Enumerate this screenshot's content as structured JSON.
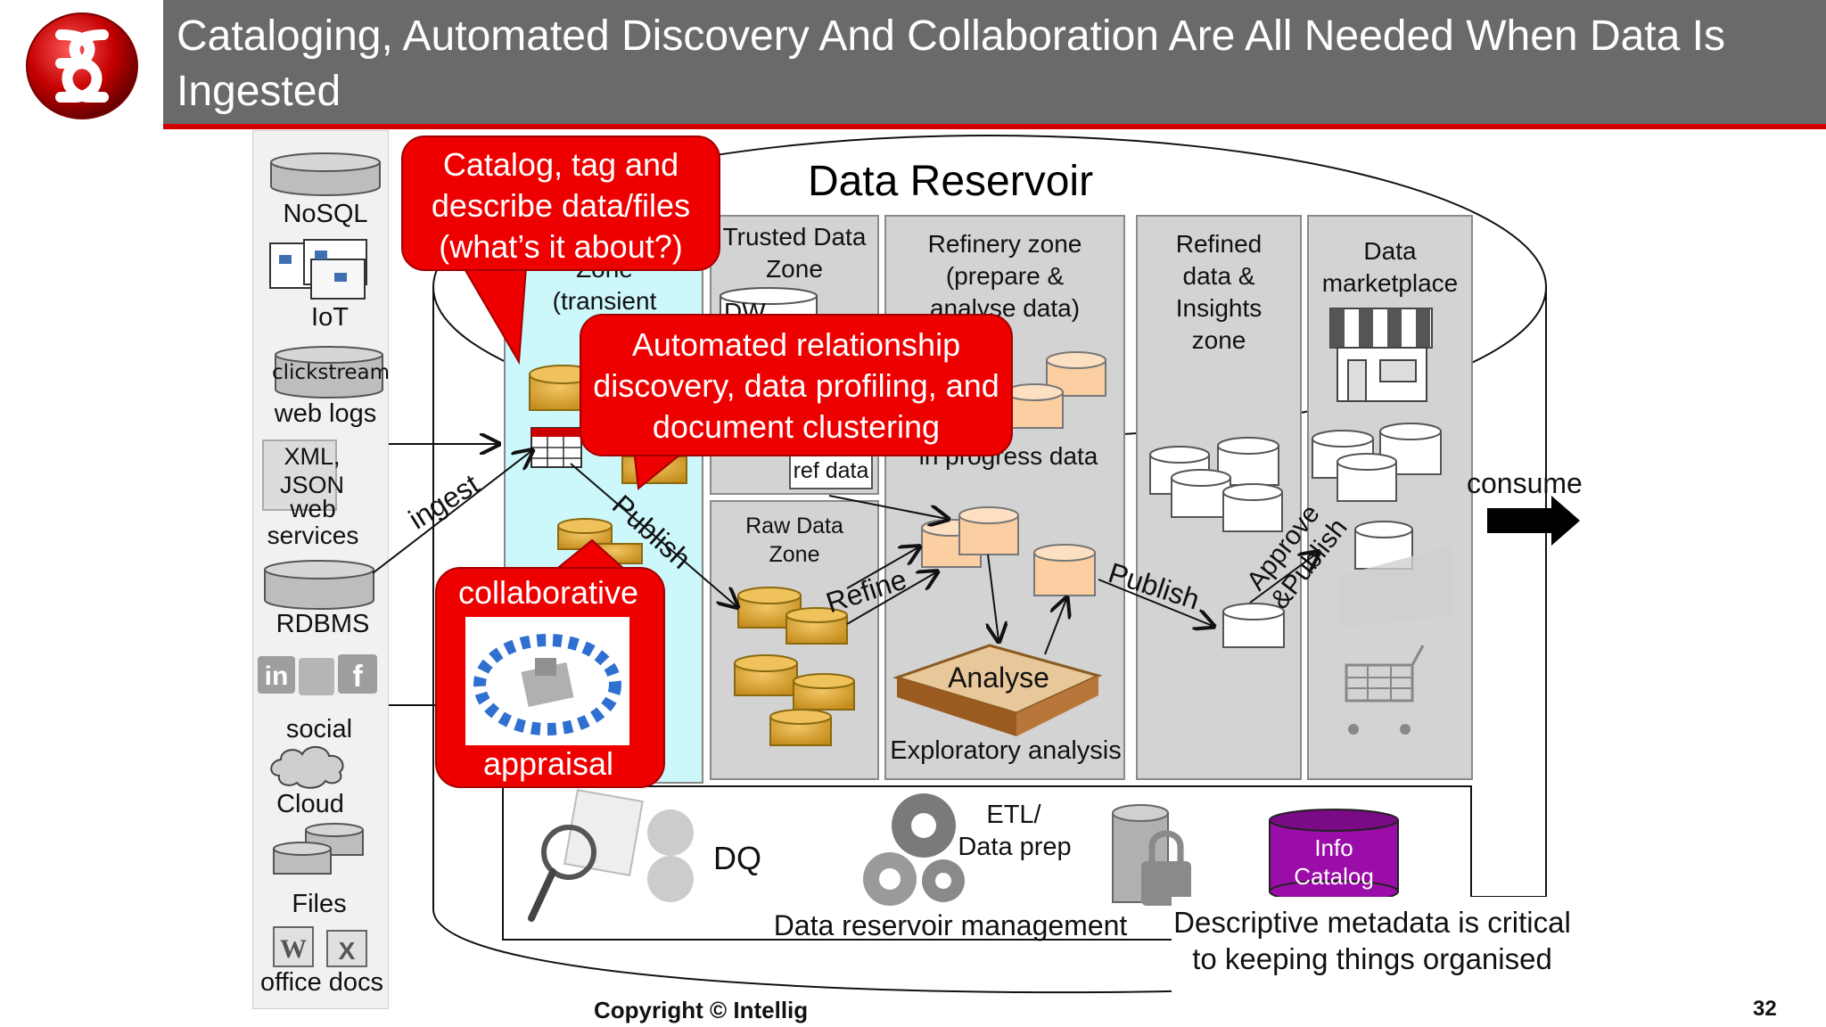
{
  "header": {
    "title": "Cataloging, Automated Discovery And Collaboration Are All Needed When Data Is Ingested"
  },
  "sources": {
    "nosql": "NoSQL",
    "iot": "IoT",
    "clickstream": "clickstream",
    "weblogs": "web logs",
    "xml_json": "XML, JSON",
    "web_services": "web services",
    "rdbms": "RDBMS",
    "social": "social",
    "cloud": "Cloud",
    "files": "Files",
    "office_docs": "office docs"
  },
  "reservoir": {
    "title": "Data Reservoir",
    "landing_zone_fragment_1": "Zone",
    "landing_zone_fragment_2": "(transient",
    "trusted_zone": "Trusted Data Zone",
    "trusted_fragment": "DW",
    "ref_data": "ref data",
    "raw_zone": "Raw Data Zone",
    "refinery_zone_1": "Refinery zone",
    "refinery_zone_2": "(prepare &",
    "refinery_zone_3": "analyse data)",
    "in_progress": "in progress data",
    "refined_zone": "Refined data & Insights zone",
    "marketplace": "Data marketplace",
    "analyse": "Analyse",
    "exploratory": "Exploratory analysis",
    "consume": "consume"
  },
  "flows": {
    "ingest": "ingest",
    "publish_1": "Publish",
    "refine": "Refine",
    "publish_2": "Publish",
    "approve_publish": "Approve &Publish"
  },
  "callouts": {
    "catalog": "Catalog, tag and describe data/files (what’s it about?)",
    "automated": "Automated relationship discovery, data profiling, and document clustering",
    "collaborative": "collaborative",
    "appraisal": "appraisal"
  },
  "management": {
    "dq": "DQ",
    "etl_1": "ETL/",
    "etl_2": "Data prep",
    "info_catalog_1": "Info",
    "info_catalog_2": "Catalog",
    "title": "Data reservoir management"
  },
  "note": "Descriptive metadata is critical to keeping things organised",
  "footer": {
    "copyright": "Copyright © Intellig",
    "page": "32"
  },
  "colors": {
    "header_bg": "#6a6a6a",
    "accent_red": "#ee0000",
    "landing_zone": "#ccf7fb",
    "zone_grey": "#d3d3d3",
    "gold_db": "#d9aa3c",
    "peach_db": "#fbcfa2",
    "purple_db": "#9b0da8"
  }
}
